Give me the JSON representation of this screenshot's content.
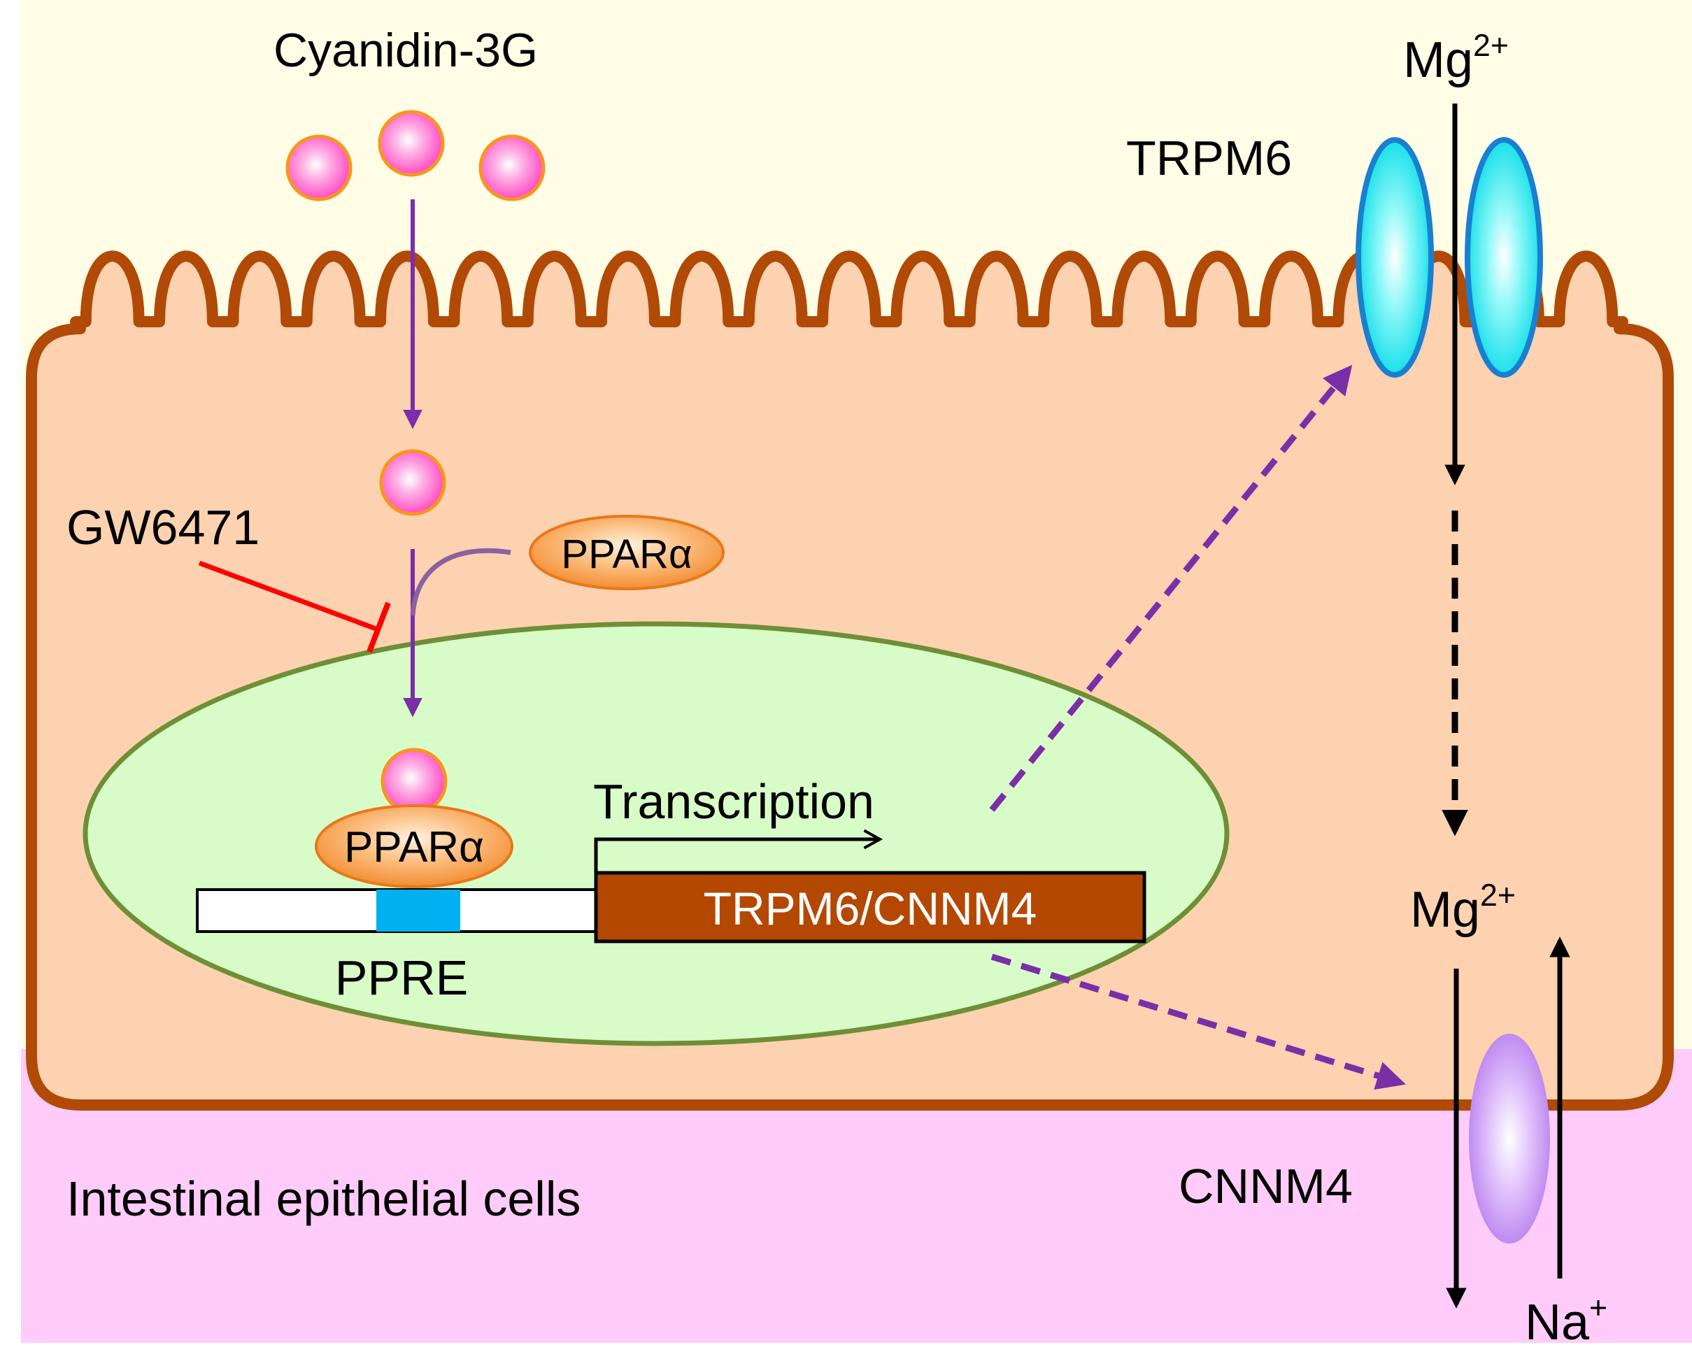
{
  "labels": {
    "ligand": "Cyanidin-3G",
    "inhibitor": "GW6471",
    "receptor": "PPARα",
    "receptor_bound": "PPARα",
    "transcription": "Transcription",
    "gene": "TRPM6/CNNM4",
    "response_element": "PPRE",
    "channel_top": "TRPM6",
    "channel_bottom": "CNNM4",
    "cell_type": "Intestinal epithelial cells",
    "ion_mg_base": "Mg",
    "ion_mg_charge": "2+",
    "ion_na_base": "Na",
    "ion_na_charge": "+"
  },
  "colors": {
    "extracellular_top": "#fffde6",
    "extracellular_bottom": "#ffccf9",
    "cytoplasm": "#fdd2b0",
    "membrane": "#b04a06",
    "nucleus_fill": "#d8fcc8",
    "nucleus_stroke": "#6e8f37",
    "ligand": "#ff79ce",
    "ligand_edge": "#f7961d",
    "receptor": "#f7a24a",
    "gene_box": "#b44800",
    "ppre_box": "#00b0f0",
    "trpm6": "#2af2f2",
    "cnnm4": "#c48af2",
    "arrow_purple": "#7a2ea8",
    "inhibit_red": "#ff0000"
  },
  "icons": [
    "ligand-circle-icon",
    "receptor-ellipse-icon",
    "ion-channel-icon",
    "inhibition-bar-icon"
  ]
}
